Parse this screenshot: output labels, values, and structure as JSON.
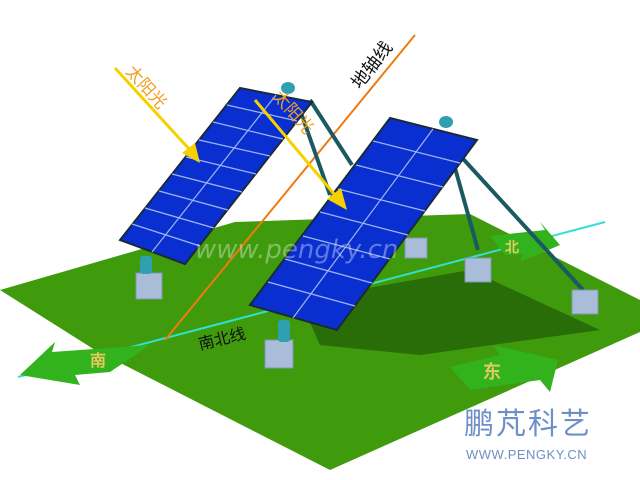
{
  "labels": {
    "sunlight_left": "太阳光",
    "sunlight_right": "太阳光",
    "earth_axis": "地轴线",
    "north_south_line": "南北线",
    "arrow_south": "南",
    "arrow_north": "北",
    "arrow_east": "东"
  },
  "watermark": "www.pengky.cn",
  "brand": {
    "name": "鹏芃科艺",
    "url": "WWW.PENGKY.CN"
  },
  "colors": {
    "ground": "#3f9a0c",
    "panel": "#0a2fd0",
    "sunlight": "#f7d000",
    "axis_line": "#f07a10",
    "ns_line": "#30e0d0",
    "brand": "#6f8fc7"
  }
}
